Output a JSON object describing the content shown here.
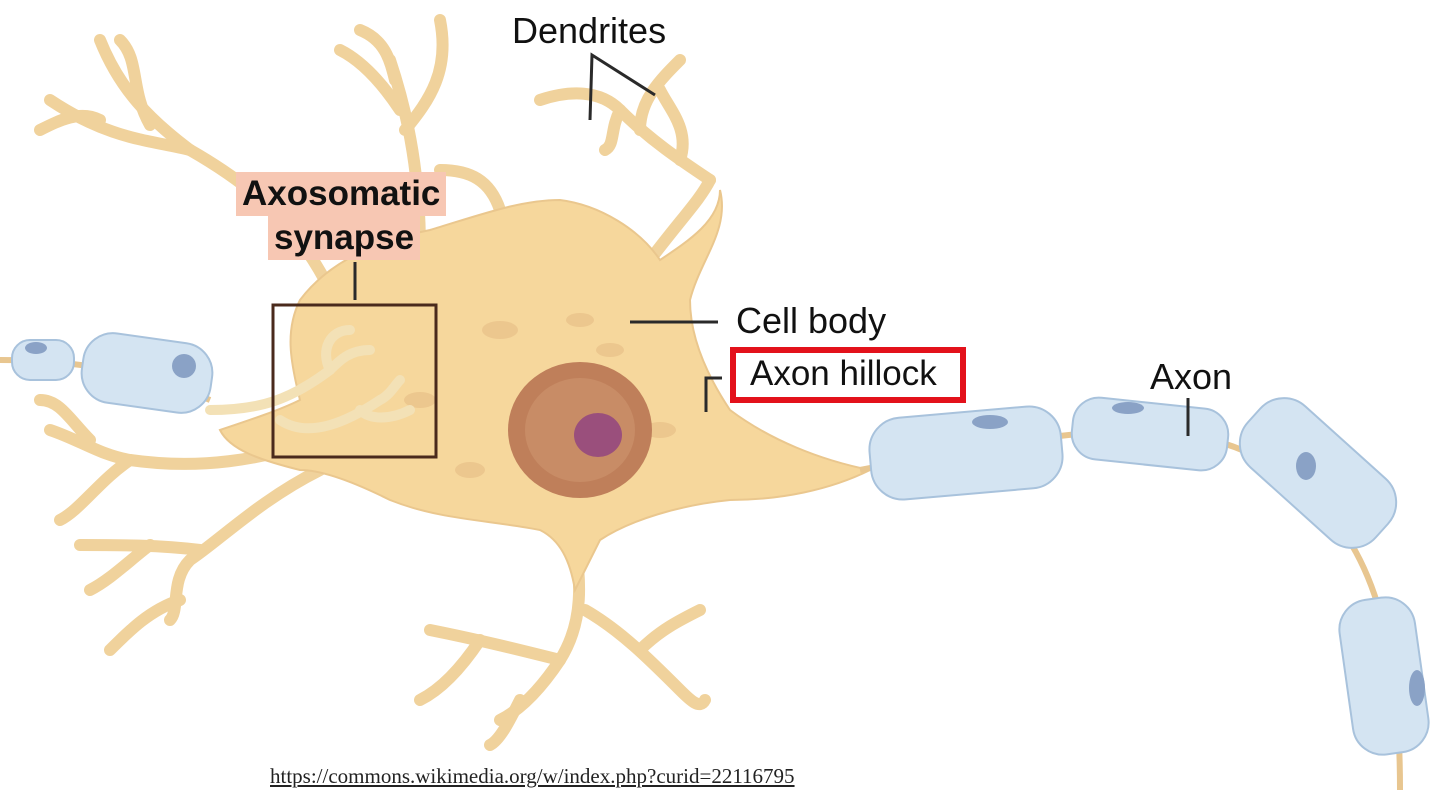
{
  "labels": {
    "dendrites": "Dendrites",
    "axosomatic_line1": "Axosomatic",
    "axosomatic_line2": "synapse",
    "cell_body": "Cell body",
    "axon_hillock": "Axon hillock",
    "axon": "Axon"
  },
  "credit": "https://commons.wikimedia.org/w/index.php?curid=22116795",
  "colors": {
    "neuron_fill": "#f6d79c",
    "myelin_fill": "#d4e4f2",
    "nucleus_fill": "#bf7f5a",
    "highlight_box": "#e3111b",
    "label_bg": "#f7c7b3"
  }
}
